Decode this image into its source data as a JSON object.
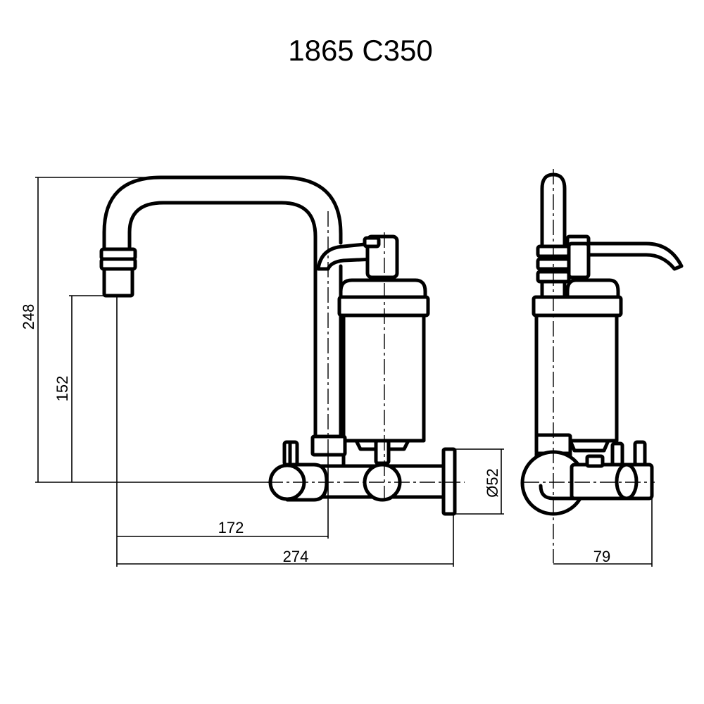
{
  "title": "1865 C350",
  "dimensions": {
    "overall_height": "248",
    "spout_height": "152",
    "spout_reach": "172",
    "overall_length": "274",
    "flange_diameter": "Ø52",
    "side_depth": "79"
  },
  "colors": {
    "line": "#000000",
    "background": "#ffffff"
  }
}
